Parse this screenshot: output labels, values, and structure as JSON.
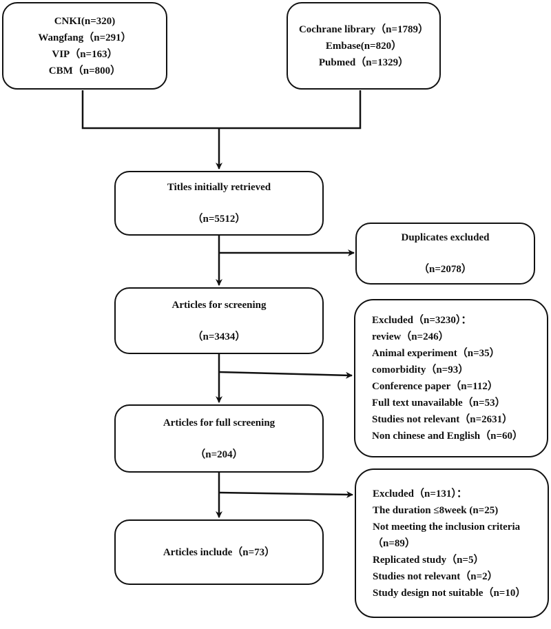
{
  "sources": {
    "chinese_db": [
      "CNKI(n=320)",
      "Wangfang（n=291）",
      "VIP（n=163）",
      "CBM（n=800）"
    ],
    "english_db": [
      "Cochrane library（n=1789）",
      "Embase(n=820）",
      "Pubmed（n=1329）"
    ]
  },
  "titles_retrieved": {
    "label": "Titles initially retrieved",
    "count": "（n=5512）"
  },
  "duplicates": {
    "label": "Duplicates excluded",
    "count": "（n=2078）"
  },
  "screening": {
    "label": "Articles for screening",
    "count": "（n=3434）"
  },
  "screening_excluded": [
    "Excluded（n=3230）：",
    "review（n=246）",
    "Animal experiment（n=35）",
    "comorbidity（n=93）",
    "Conference paper（n=112）",
    "Full text unavailable（n=53）",
    "Studies not relevant（n=2631）",
    "Non chinese and English（n=60）"
  ],
  "full_screening": {
    "label": "Articles for full screening",
    "count": "（n=204）"
  },
  "full_excluded": [
    "Excluded（n=131）：",
    "The duration ≤8week (n=25)",
    "Not meeting the inclusion criteria",
    "（n=89）",
    "Replicated study（n=5）",
    "Studies not relevant（n=2）",
    "Study design not suitable（n=10）"
  ],
  "included": {
    "label": "Articles include（n=73）"
  },
  "colors": {
    "stroke": "#111111",
    "background": "#ffffff"
  }
}
